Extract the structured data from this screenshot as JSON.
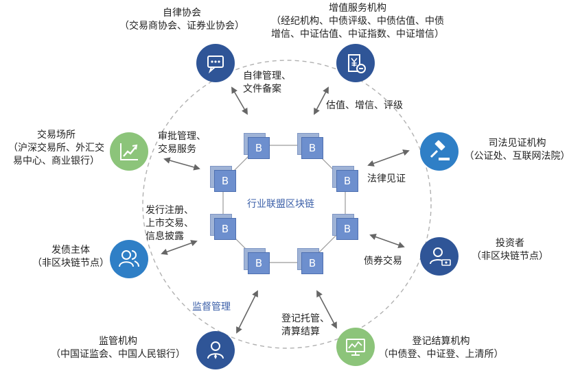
{
  "center_label": "行业联盟区块链",
  "block_letter": "B",
  "supervise_label": "监督管理",
  "nodes": {
    "self_regulatory": {
      "icon": "chat-bubble-icon",
      "color": "#2f5597",
      "title": "自律协会",
      "subtitle": "（交易商协会、证券业协会）"
    },
    "value_added": {
      "icon": "yen-receipt-icon",
      "color": "#2f5597",
      "title": "增值服务机构",
      "subtitle": "（经纪机构、中债评级、中债估值、中债",
      "subtitle2": "增信、中证估值、中证指数、中证增信）"
    },
    "judicial": {
      "icon": "gavel-icon",
      "color": "#2f7fc6",
      "title": "司法见证机构",
      "subtitle": "（公证处、互联网法院）"
    },
    "investor": {
      "icon": "investor-icon",
      "color": "#2f5597",
      "title": "投资者",
      "subtitle": "（非区块链节点）"
    },
    "registry": {
      "icon": "monitor-chart-icon",
      "color": "#8cc47a",
      "title": "登记结算机构",
      "subtitle": "（中债登、中证登、上清所）"
    },
    "regulator": {
      "icon": "officer-icon",
      "color": "#2f5597",
      "title": "监管机构",
      "subtitle": "（中国证监会、中国人民银行）"
    },
    "issuer": {
      "icon": "users-icon",
      "color": "#2f7fc6",
      "title": "发债主体",
      "subtitle": "（非区块链节点）"
    },
    "exchange": {
      "icon": "growth-chart-icon",
      "color": "#8cc47a",
      "title": "交易场所",
      "subtitle": "（沪深交易所、外汇交",
      "subtitle2": "易中心、商业银行）"
    }
  },
  "relations": {
    "self_reg": [
      "自律管理、",
      "文件备案"
    ],
    "value_added": [
      "估值、增信、评级"
    ],
    "judicial": [
      "法律见证"
    ],
    "investor": [
      "债券交易"
    ],
    "registry": [
      "登记托管、",
      "清算结算"
    ],
    "issuer": [
      "发行注册、",
      "上市交易、",
      "信息披露"
    ],
    "exchange": [
      "审批管理、",
      "交易服务"
    ]
  }
}
